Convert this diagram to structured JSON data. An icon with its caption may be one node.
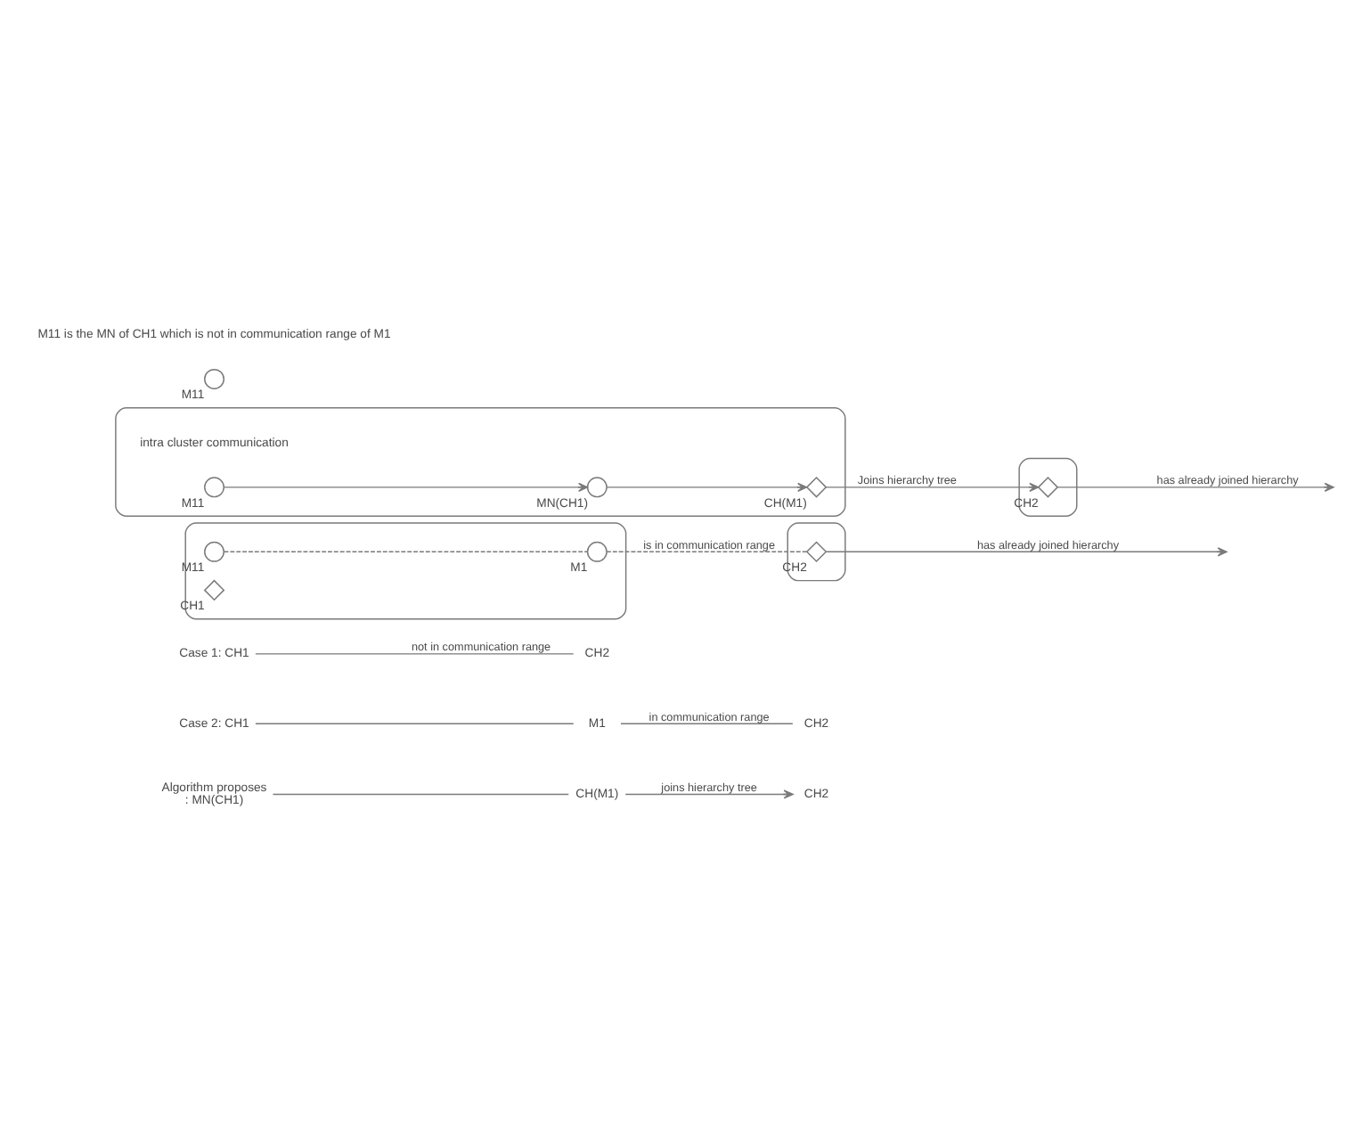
{
  "diagram": {
    "nodes": [
      {
        "text": [
          "Case 1: CH1"
        ]
      },
      {
        "text": [
          "CH2"
        ]
      },
      {
        "text": [
          "Case 2: CH1"
        ]
      },
      {
        "text": [
          "M1"
        ]
      },
      {
        "text": [
          "CH2"
        ]
      },
      {
        "text": [
          "Algorithm proposes",
          ": MN(CH1)"
        ]
      },
      {
        "text": [
          "CH(M1)"
        ]
      },
      {
        "text": [
          "CH2"
        ]
      },
      {
        "text": [],
        "shape": "ellipse"
      },
      {
        "text": [],
        "shape": "circle",
        "in": 8,
        "beside": [
          "M11"
        ]
      },
      {
        "text": [],
        "shape": "diamond",
        "in": 8,
        "beside": [
          "CH1"
        ]
      },
      {
        "text": [],
        "shape": "circle",
        "in": 8,
        "beside": [
          "M1"
        ]
      },
      {
        "text": [],
        "shape": "ellipse"
      },
      {
        "text": [],
        "shape": "diamond",
        "in": 12,
        "beside": [
          "CH2"
        ]
      },
      {
        "text": [],
        "shape": "ellipse"
      },
      {
        "text": [],
        "shape": "circle",
        "in": 14,
        "beside": [
          "M11"
        ]
      },
      {
        "text": [],
        "shape": "circle",
        "in": 14,
        "beside": [
          "MN(CH1)"
        ]
      },
      {
        "text": [],
        "shape": "diamond",
        "in": 14,
        "beside": [
          "CH(M1)"
        ]
      },
      {
        "text": [],
        "shape": "ellipse"
      },
      {
        "text": [],
        "shape": "diamond",
        "in": 18,
        "beside": [
          "CH2"
        ]
      },
      {
        "text": [],
        "shape": "circle",
        "beside": [
          "M11"
        ]
      }
    ],
    "edges": [
      {
        "from": 0,
        "to": 1,
        "arrow": "none",
        "label": "not in communication range"
      },
      {
        "from": 2,
        "to": 3,
        "arrow": "none"
      },
      {
        "from": 3,
        "to": 4,
        "arrow": "none",
        "label": "in communication range"
      },
      {
        "from": 5,
        "to": 6,
        "arrow": "none"
      },
      {
        "from": 6,
        "to": 7,
        "arrow": "to",
        "label": "joins hierarchy tree"
      },
      {
        "from": 9,
        "to": 11,
        "arrow": "none",
        "style": "dashed"
      },
      {
        "from": 11,
        "to": 13,
        "arrow": "none",
        "style": "dashed",
        "label": "is in communication range"
      },
      {
        "from": 13,
        "to": null,
        "arrow": "to",
        "label": "has already joined hierarchy"
      },
      {
        "from": 15,
        "to": 16,
        "arrow": "to"
      },
      {
        "from": 16,
        "to": 17,
        "arrow": "to"
      },
      {
        "from": 17,
        "to": 19,
        "arrow": "to",
        "label": "Joins hierarchy tree"
      },
      {
        "from": 19,
        "to": null,
        "arrow": "to",
        "label": "has already joined hierarchy"
      }
    ],
    "labels": [
      "intra cluster communication",
      "M11 is the MN of CH1 which is not in communication range of M1"
    ]
  }
}
